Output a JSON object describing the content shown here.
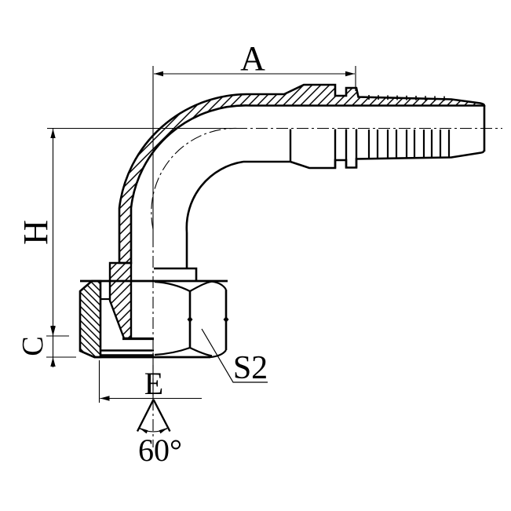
{
  "drawing": {
    "labels": {
      "dim_a": "A",
      "dim_h": "H",
      "dim_c": "C",
      "dim_e": "E",
      "cone_angle": "60°",
      "wrench_size": "S2"
    },
    "colors": {
      "line": "#000000",
      "background": "#ffffff"
    }
  }
}
